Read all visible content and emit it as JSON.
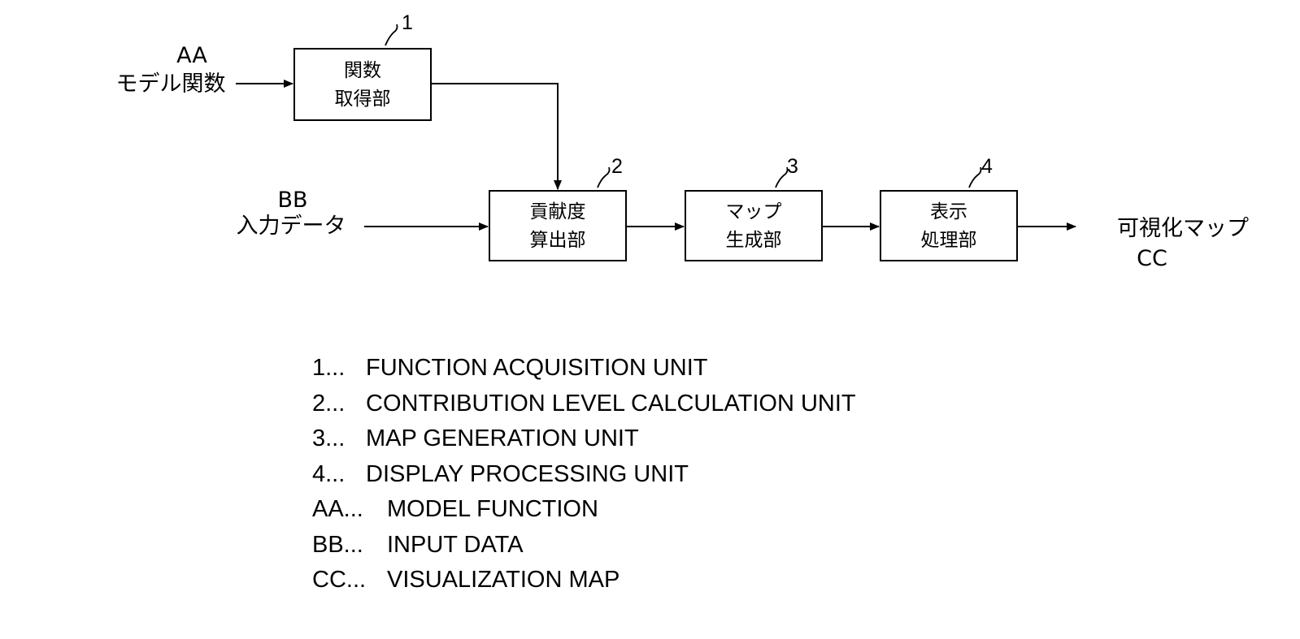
{
  "blocks": {
    "function_acquisition": {
      "number": "1",
      "line1": "関数",
      "line2": "取得部"
    },
    "contribution_calc": {
      "number": "2",
      "line1": "貢献度",
      "line2": "算出部"
    },
    "map_generation": {
      "number": "3",
      "line1": "マップ",
      "line2": "生成部"
    },
    "display_processing": {
      "number": "4",
      "line1": "表示",
      "line2": "処理部"
    }
  },
  "inputs": {
    "model_function": {
      "code": "AA",
      "label": "モデル関数"
    },
    "input_data": {
      "code": "BB",
      "label": "入力データ"
    }
  },
  "output": {
    "label": "可視化マップ",
    "code": "CC"
  },
  "legend": [
    {
      "key": "1...",
      "text": "FUNCTION ACQUISITION UNIT"
    },
    {
      "key": "2...",
      "text": "CONTRIBUTION LEVEL CALCULATION UNIT"
    },
    {
      "key": "3...",
      "text": "MAP GENERATION UNIT"
    },
    {
      "key": "4...",
      "text": "DISPLAY PROCESSING UNIT"
    },
    {
      "key": "AA...",
      "text": "MODEL FUNCTION"
    },
    {
      "key": "BB...",
      "text": "INPUT DATA"
    },
    {
      "key": "CC...",
      "text": "VISUALIZATION MAP"
    }
  ]
}
